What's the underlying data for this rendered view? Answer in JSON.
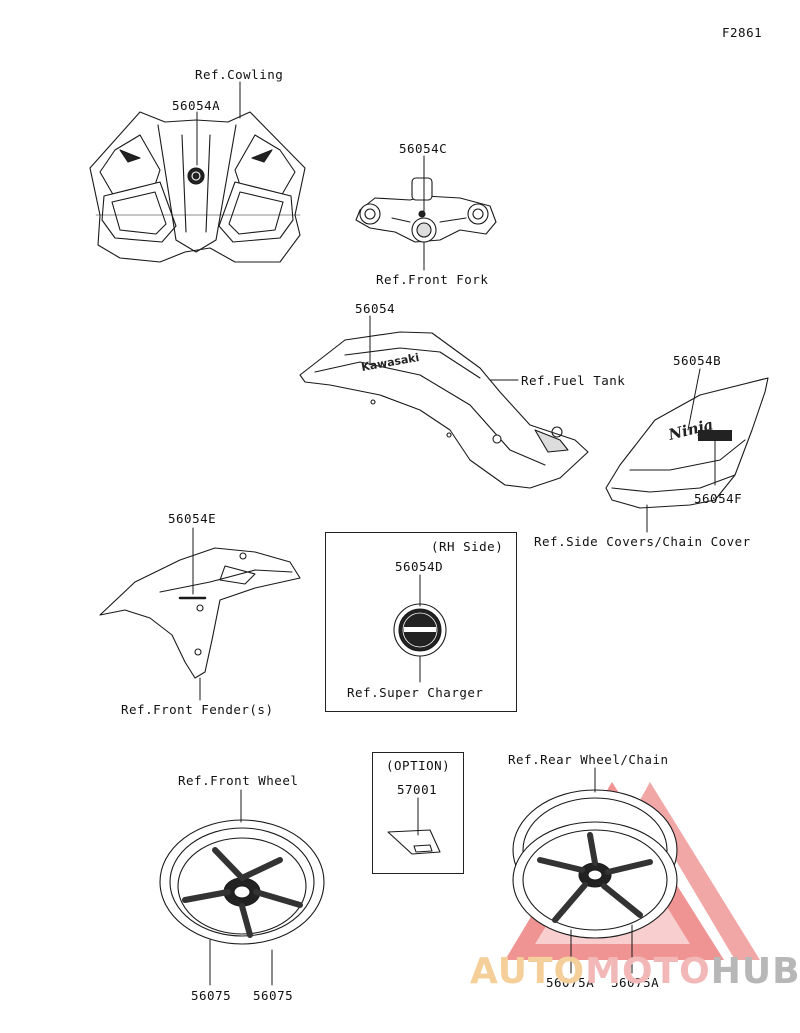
{
  "figure_code": "F2861",
  "callouts": {
    "ref_cowling": "Ref.Cowling",
    "p56054a": "56054A",
    "p56054c": "56054C",
    "ref_front_fork": "Ref.Front Fork",
    "p56054": "56054",
    "ref_fuel_tank": "Ref.Fuel Tank",
    "p56054b": "56054B",
    "p56054f": "56054F",
    "ref_side_covers": "Ref.Side Covers/Chain Cover",
    "p56054e": "56054E",
    "ref_front_fender": "Ref.Front Fender(s)",
    "ref_front_wheel": "Ref.Front Wheel",
    "p56075_1": "56075",
    "p56075_2": "56075",
    "ref_rear_wheel": "Ref.Rear Wheel/Chain",
    "p56075a_1": "56075A",
    "p56075a_2": "56075A"
  },
  "rh_side_box": {
    "title": "(RH Side)",
    "part": "56054D",
    "ref": "Ref.Super Charger"
  },
  "option_box": {
    "title": "(OPTION)",
    "part": "57001"
  },
  "decal_text": {
    "tank": "Kawasaki",
    "side_cover": "Ninja"
  },
  "watermark": {
    "part1": "AUTO",
    "part2": "MOTO",
    "part3": "HUB",
    "colors": {
      "auto": "#f5cf9a",
      "moto": "#f2b8b8",
      "hub": "#b7b7b7",
      "triangle": "#e23b3b"
    }
  }
}
